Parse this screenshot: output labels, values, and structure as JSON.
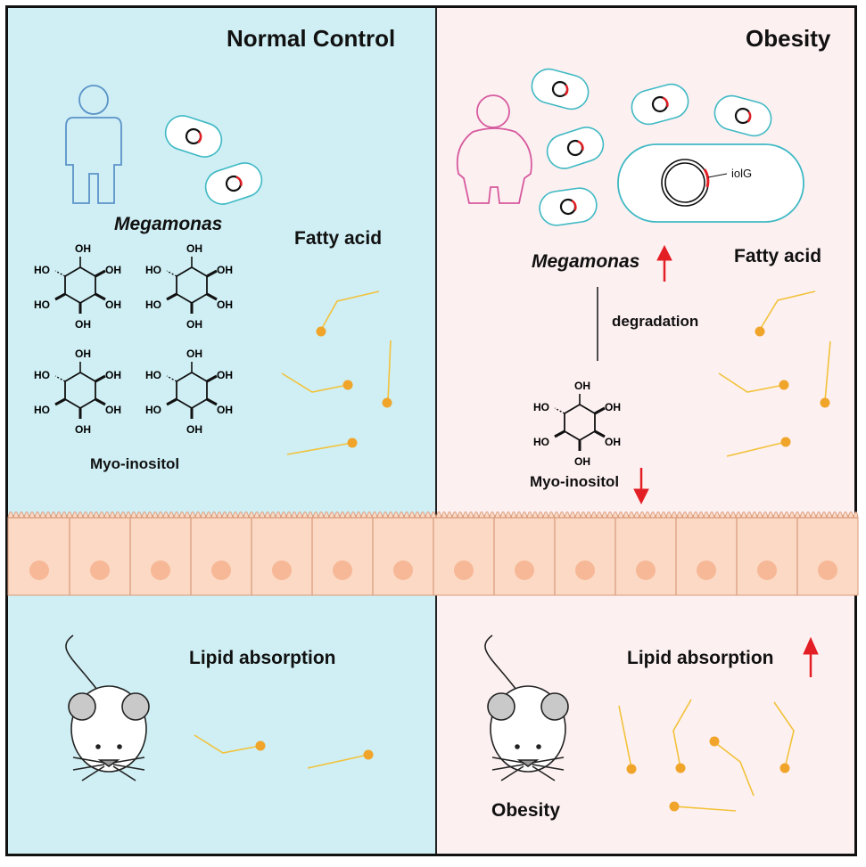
{
  "panels": {
    "left": {
      "title": "Normal Control"
    },
    "right": {
      "title": "Obesity"
    }
  },
  "labels": {
    "megamonas": "Megamonas",
    "fatty_acid": "Fatty acid",
    "myo_inositol": "Myo-inositol",
    "degradation": "degradation",
    "iolg": "iolG",
    "lipid_absorption": "Lipid absorption",
    "obesity_mouse": "Obesity",
    "oh": "OH",
    "ho": "HO"
  },
  "colors": {
    "left_bg": "#cfeff4",
    "right_bg": "#fdf0f1",
    "bacteria_outline": "#3fb9c4",
    "human_normal": "#5b93c8",
    "human_obese": "#d65a9e",
    "fatty_acid_line": "#f2c23a",
    "fatty_acid_head": "#f0a52a",
    "epithelium": "#fbd9c4",
    "nucleus": "#f7b897",
    "arrow_red": "#e31e24"
  },
  "icons": [
    "human-normal-icon",
    "human-obese-icon",
    "bacterium-icon",
    "mouse-icon",
    "up-arrow-icon",
    "down-arrow-icon",
    "myo-inositol-structure-icon",
    "fatty-acid-icon"
  ]
}
